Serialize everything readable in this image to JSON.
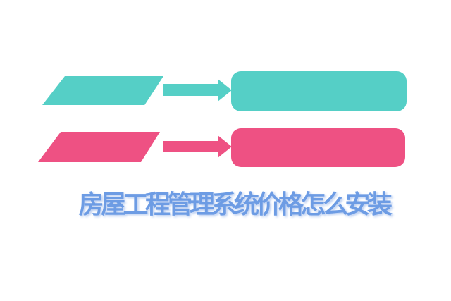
{
  "page": {
    "background_color": "#ffffff"
  },
  "title": {
    "text": "房屋工程管理系统价格怎么安装",
    "color": "#6d9ce4"
  },
  "flows": [
    {
      "id": "flow-teal",
      "color": "#55cfc6",
      "start_shape": "parallelogram",
      "connector_shape": "arrow-right",
      "end_shape": "rounded-rectangle"
    },
    {
      "id": "flow-pink",
      "color": "#ee5183",
      "start_shape": "parallelogram",
      "connector_shape": "arrow-right",
      "end_shape": "rounded-rectangle"
    }
  ]
}
